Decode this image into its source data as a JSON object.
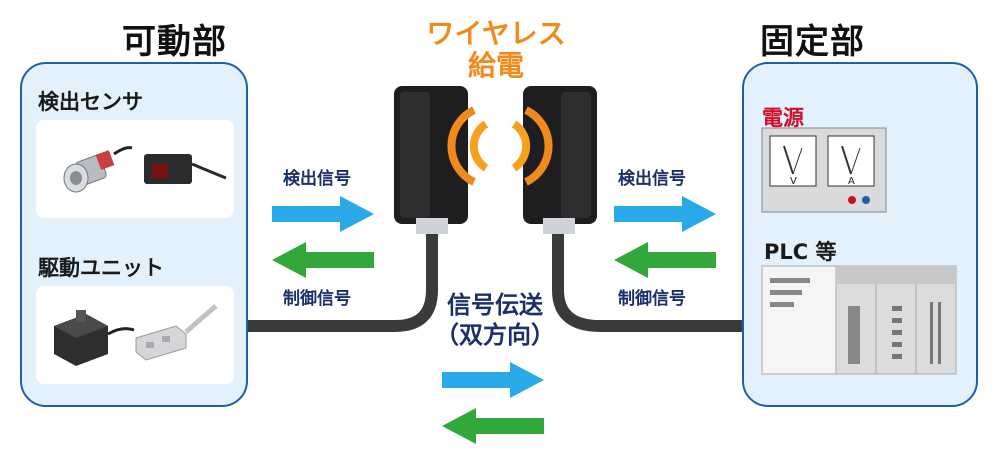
{
  "movable": {
    "title": "可動部",
    "sensor_label": "検出センサ",
    "drive_label": "駆動ユニット"
  },
  "fixed": {
    "title": "固定部",
    "power_label": "電源",
    "plc_label": "PLC 等",
    "meter_v": "V",
    "meter_a": "A"
  },
  "wireless": {
    "line1": "ワイヤレス",
    "line2": "給電"
  },
  "left_signals": {
    "detect": "検出信号",
    "control": "制御信号"
  },
  "right_signals": {
    "detect": "検出信号",
    "control": "制御信号"
  },
  "transmission": {
    "line1": "信号伝送",
    "line2": "（双方向）"
  },
  "colors": {
    "panel_bg": "#e3f1fc",
    "panel_border": "#1f5fa8",
    "arrow_blue": "#29a9e8",
    "arrow_green": "#33a83a",
    "accent_orange": "#f08a1c",
    "accent_red": "#d0102a"
  }
}
